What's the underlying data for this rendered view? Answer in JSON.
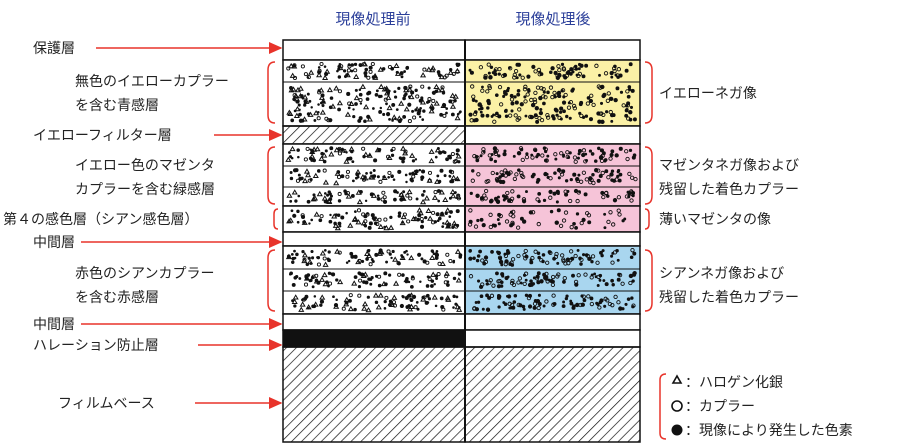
{
  "headers": {
    "before": "現像処理前",
    "after": "現像処理後"
  },
  "left_labels": {
    "protective": "保護層",
    "blue_1": "無色のイエローカプラー",
    "blue_2": "を含む青感層",
    "yellow_filter": "イエローフィルター層",
    "green_1": "イエロー色のマゼンタ",
    "green_2": "カプラーを含む緑感層",
    "fourth": "第４の感色層（シアン感色層）",
    "inter1": "中間層",
    "red_1": "赤色のシアンカプラー",
    "red_2": "を含む赤感層",
    "inter2": "中間層",
    "antihalation": "ハレーション防止層",
    "base": "フィルムベース"
  },
  "right_labels": {
    "yellow_neg": "イエローネガ像",
    "magenta_1": "マゼンタネガ像および",
    "magenta_2": "残留した着色カプラー",
    "thin_magenta": "薄いマゼンタの像",
    "cyan_1": "シアンネガ像および",
    "cyan_2": "残留した着色カプラー"
  },
  "legend": [
    {
      "symbol": "triangle",
      "label": "：ハロゲン化銀"
    },
    {
      "symbol": "circle",
      "label": "：カプラー"
    },
    {
      "symbol": "dot",
      "label": "：現像により発生した色素"
    }
  ],
  "colors": {
    "arrow": "#e8332a",
    "header": "#2b3f9a",
    "yellow_dye": "#fbf1a6",
    "magenta_dye": "#f6c4d8",
    "cyan_dye": "#a9d6ef",
    "black": "#111111"
  }
}
